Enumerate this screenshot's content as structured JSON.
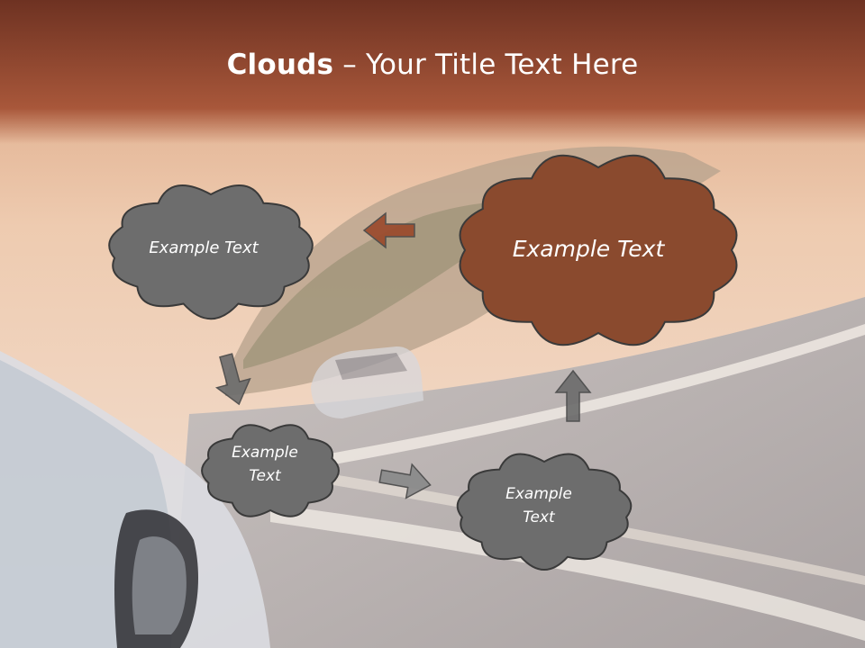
{
  "slide": {
    "title_bold": "Clouds",
    "title_dash": " – ",
    "title_rest": "Your Title Text Here"
  },
  "clouds": [
    {
      "label": "Example Text",
      "color": "#6d6d6d"
    },
    {
      "label": "Example Text",
      "color": "#8a4a2e"
    },
    {
      "label": "Example\nText",
      "color": "#6d6d6d"
    },
    {
      "label": "Example\nText",
      "color": "#6d6d6d"
    }
  ],
  "arrows": [
    {
      "icon": "arrow-left-icon",
      "color": "#9a4a2c"
    },
    {
      "icon": "arrow-down-icon",
      "color": "#6d6d6d"
    },
    {
      "icon": "arrow-right-icon",
      "color": "#8a8a8a"
    },
    {
      "icon": "arrow-up-icon",
      "color": "#6d6d6d"
    }
  ],
  "colors": {
    "header_top": "#6e3222",
    "header_bottom": "#a8573a",
    "cloud_stroke": "#3a3a3a"
  }
}
